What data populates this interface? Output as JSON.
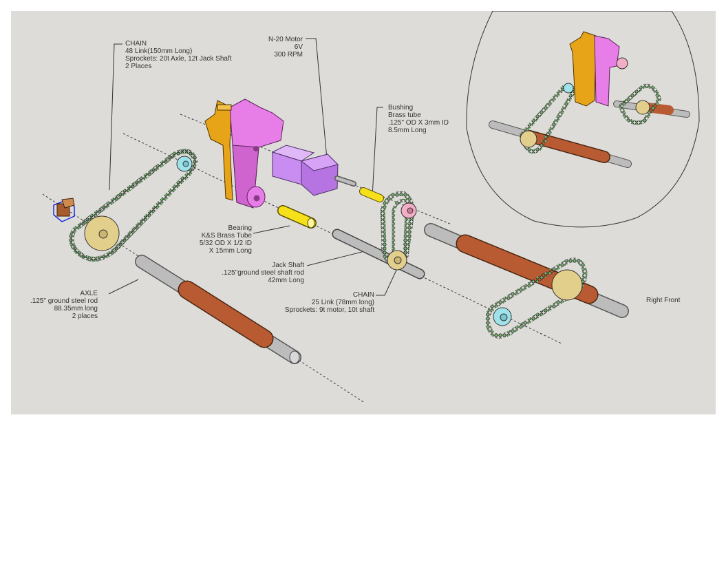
{
  "colors": {
    "background": "#dddcd8",
    "motor_mount_pink": "#e77de6",
    "motor_mount_orange": "#e8a419",
    "motor_purple": "#c98cf0",
    "bearing_yellow": "#f5e01a",
    "axle_steel": "#b5b5b5",
    "axle_sleeve": "#b85b32",
    "sprocket_tan": "#e3cf8c",
    "sprocket_cyan": "#9fe3ea",
    "sprocket_pink": "#f2aec6",
    "chain_green": "#6fa36b"
  },
  "labels": {
    "chain_long": "CHAIN\n48 Link(150mm Long)\nSprockets: 20t Axle, 12t Jack Shaft\n2 Places",
    "motor": "N-20 Motor\n6V\n300 RPM",
    "bushing": "Bushing\nBrass tube\n.125\" OD X 3mm ID\n8.5mm Long",
    "bearing": "Bearing\nK&S Brass Tube\n5/32 OD X 1/2 ID\nX 15mm Long",
    "jack_shaft": "Jack Shaft\n.125\"ground steel shaft rod\n42mm Long",
    "chain_short": "CHAIN\n25 Link (78mm long)\nSprockets: 9t motor, 10t shaft",
    "axle": "AXLE\n.125\" ground steel rod\n88.35mm long\n2 places",
    "view": "Right Front"
  }
}
